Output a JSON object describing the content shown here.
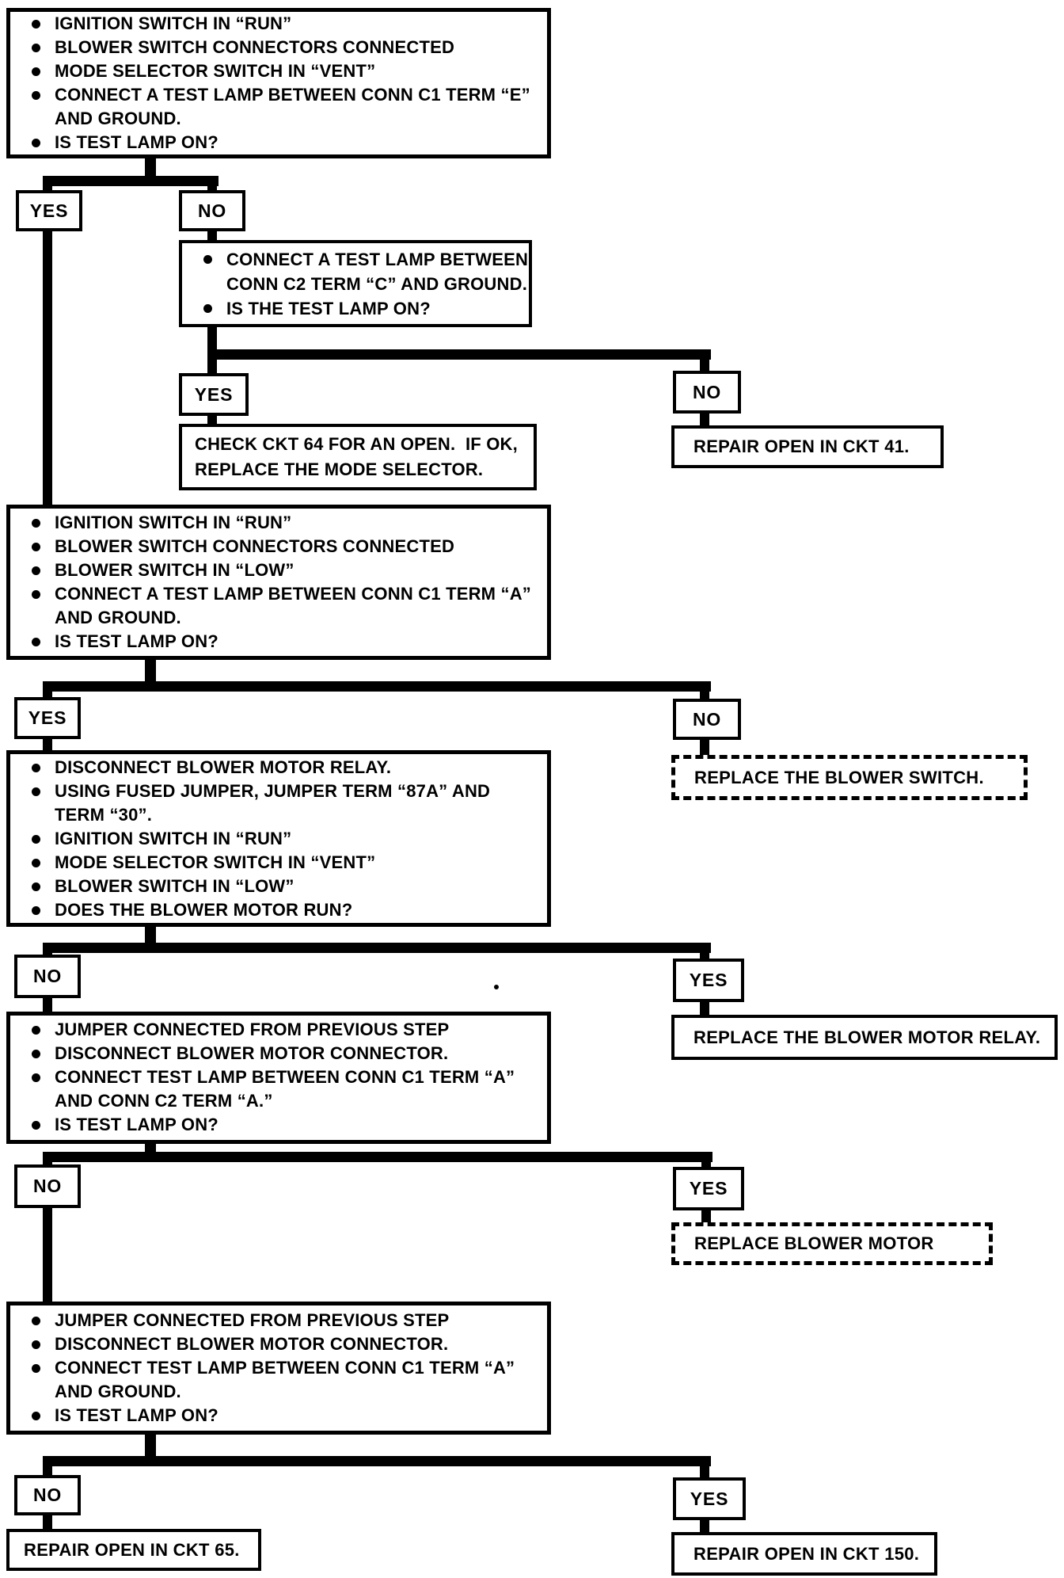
{
  "labels": {
    "yes": "YES",
    "no": "NO"
  },
  "colors": {
    "ink": "#000000",
    "paper": "#ffffff"
  },
  "box1": {
    "lines": [
      "IGNITION SWITCH IN “RUN”",
      "BLOWER SWITCH CONNECTORS CONNECTED",
      "MODE SELECTOR SWITCH IN “VENT”",
      "CONNECT A TEST LAMP BETWEEN CONN C1 TERM “E”",
      "AND GROUND.",
      "IS TEST LAMP ON?"
    ]
  },
  "c2box": {
    "lines": [
      "CONNECT A TEST LAMP BETWEEN",
      "CONN C2 TERM “C” AND GROUND.",
      "IS THE TEST LAMP ON?"
    ]
  },
  "check64": {
    "lines": [
      "CHECK CKT 64 FOR AN OPEN.  IF OK,",
      "REPLACE THE MODE SELECTOR."
    ]
  },
  "repair41": {
    "text": "REPAIR OPEN IN CKT 41."
  },
  "box2": {
    "lines": [
      "IGNITION SWITCH IN “RUN”",
      "BLOWER SWITCH CONNECTORS CONNECTED",
      "BLOWER SWITCH IN “LOW”",
      "CONNECT A TEST LAMP BETWEEN CONN C1 TERM “A”",
      "AND GROUND.",
      "IS TEST LAMP ON?"
    ]
  },
  "replace_switch": {
    "text": "REPLACE THE BLOWER SWITCH."
  },
  "box3": {
    "lines": [
      "DISCONNECT BLOWER MOTOR RELAY.",
      "USING FUSED JUMPER, JUMPER TERM “87A” AND",
      "TERM “30”.",
      "IGNITION SWITCH IN “RUN”",
      "MODE SELECTOR SWITCH IN “VENT”",
      "BLOWER SWITCH IN “LOW”",
      "DOES THE BLOWER MOTOR RUN?"
    ]
  },
  "replace_relay": {
    "text": "REPLACE THE BLOWER MOTOR RELAY."
  },
  "box4": {
    "lines": [
      "JUMPER CONNECTED FROM PREVIOUS STEP",
      "DISCONNECT BLOWER MOTOR CONNECTOR.",
      "CONNECT TEST LAMP BETWEEN CONN C1 TERM “A”",
      "AND CONN C2 TERM “A.”",
      "IS TEST LAMP ON?"
    ]
  },
  "replace_motor": {
    "text": "REPLACE BLOWER MOTOR"
  },
  "box5": {
    "lines": [
      "JUMPER CONNECTED FROM PREVIOUS STEP",
      "DISCONNECT BLOWER MOTOR CONNECTOR.",
      "CONNECT TEST LAMP BETWEEN CONN C1 TERM “A”",
      "AND GROUND.",
      "IS TEST LAMP ON?"
    ]
  },
  "repair65": {
    "text": "REPAIR OPEN IN CKT 65."
  },
  "repair150": {
    "text": "REPAIR OPEN IN CKT 150."
  }
}
